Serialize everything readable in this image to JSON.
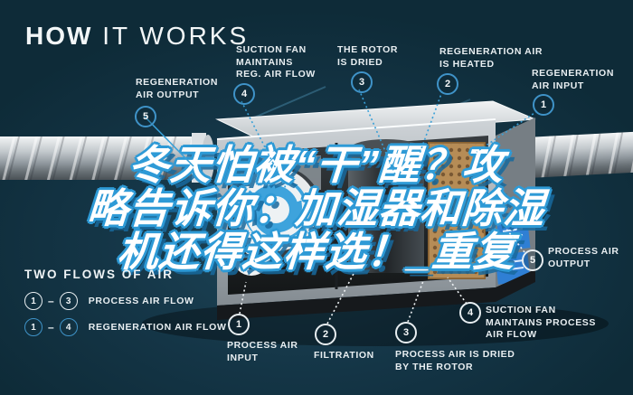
{
  "title": {
    "word1": "HOW",
    "word2": " IT WORKS"
  },
  "headline": {
    "line1": "冬天怕被“干”醒？攻",
    "line2": "略告诉你：加湿器和除湿",
    "line3": "机还得这样选！_重复"
  },
  "colors": {
    "background": "#0e2b38",
    "accent_blue": "#2e9ad6",
    "label_text": "#e8eef1",
    "regeneration_circle": "#3f93c8",
    "process_circle": "#e8eef1",
    "rotor_amber": "#b08348"
  },
  "callouts": [
    {
      "id": "regeneration-air-output",
      "num": "5",
      "flow": "regeneration",
      "label": "REGENERATION\nAIR OUTPUT"
    },
    {
      "id": "suction-fan-reg",
      "num": "4",
      "flow": "regeneration",
      "label": "SUCTION FAN\nMAINTAINS\nREG. AIR FLOW"
    },
    {
      "id": "rotor-is-dried",
      "num": "3",
      "flow": "regeneration",
      "label": "THE ROTOR\nIS DRIED"
    },
    {
      "id": "regeneration-air-heated",
      "num": "2",
      "flow": "regeneration",
      "label": "REGENERATION AIR\nIS HEATED"
    },
    {
      "id": "regeneration-air-input",
      "num": "1",
      "flow": "regeneration",
      "label": "REGENERATION\nAIR INPUT"
    },
    {
      "id": "process-air-output",
      "num": "5",
      "flow": "process",
      "label": "PROCESS AIR\nOUTPUT"
    },
    {
      "id": "suction-fan-process",
      "num": "4",
      "flow": "process",
      "label": "SUCTION FAN\nMAINTAINS PROCESS\nAIR FLOW"
    },
    {
      "id": "process-air-dried",
      "num": "3",
      "flow": "process",
      "label": "PROCESS AIR IS DRIED\nBY THE ROTOR"
    },
    {
      "id": "filtration",
      "num": "2",
      "flow": "process",
      "label": "FILTRATION"
    },
    {
      "id": "process-air-input",
      "num": "1",
      "flow": "process",
      "label": "PROCESS AIR\nINPUT"
    }
  ],
  "legend": {
    "title": "TWO FLOWS OF AIR",
    "rows": [
      {
        "from": "1",
        "dash": "–",
        "to": "3",
        "label": "PROCESS AIR FLOW",
        "style": "white"
      },
      {
        "from": "1",
        "dash": "–",
        "to": "4",
        "label": "REGENERATION AIR FLOW",
        "style": "blue"
      }
    ]
  }
}
